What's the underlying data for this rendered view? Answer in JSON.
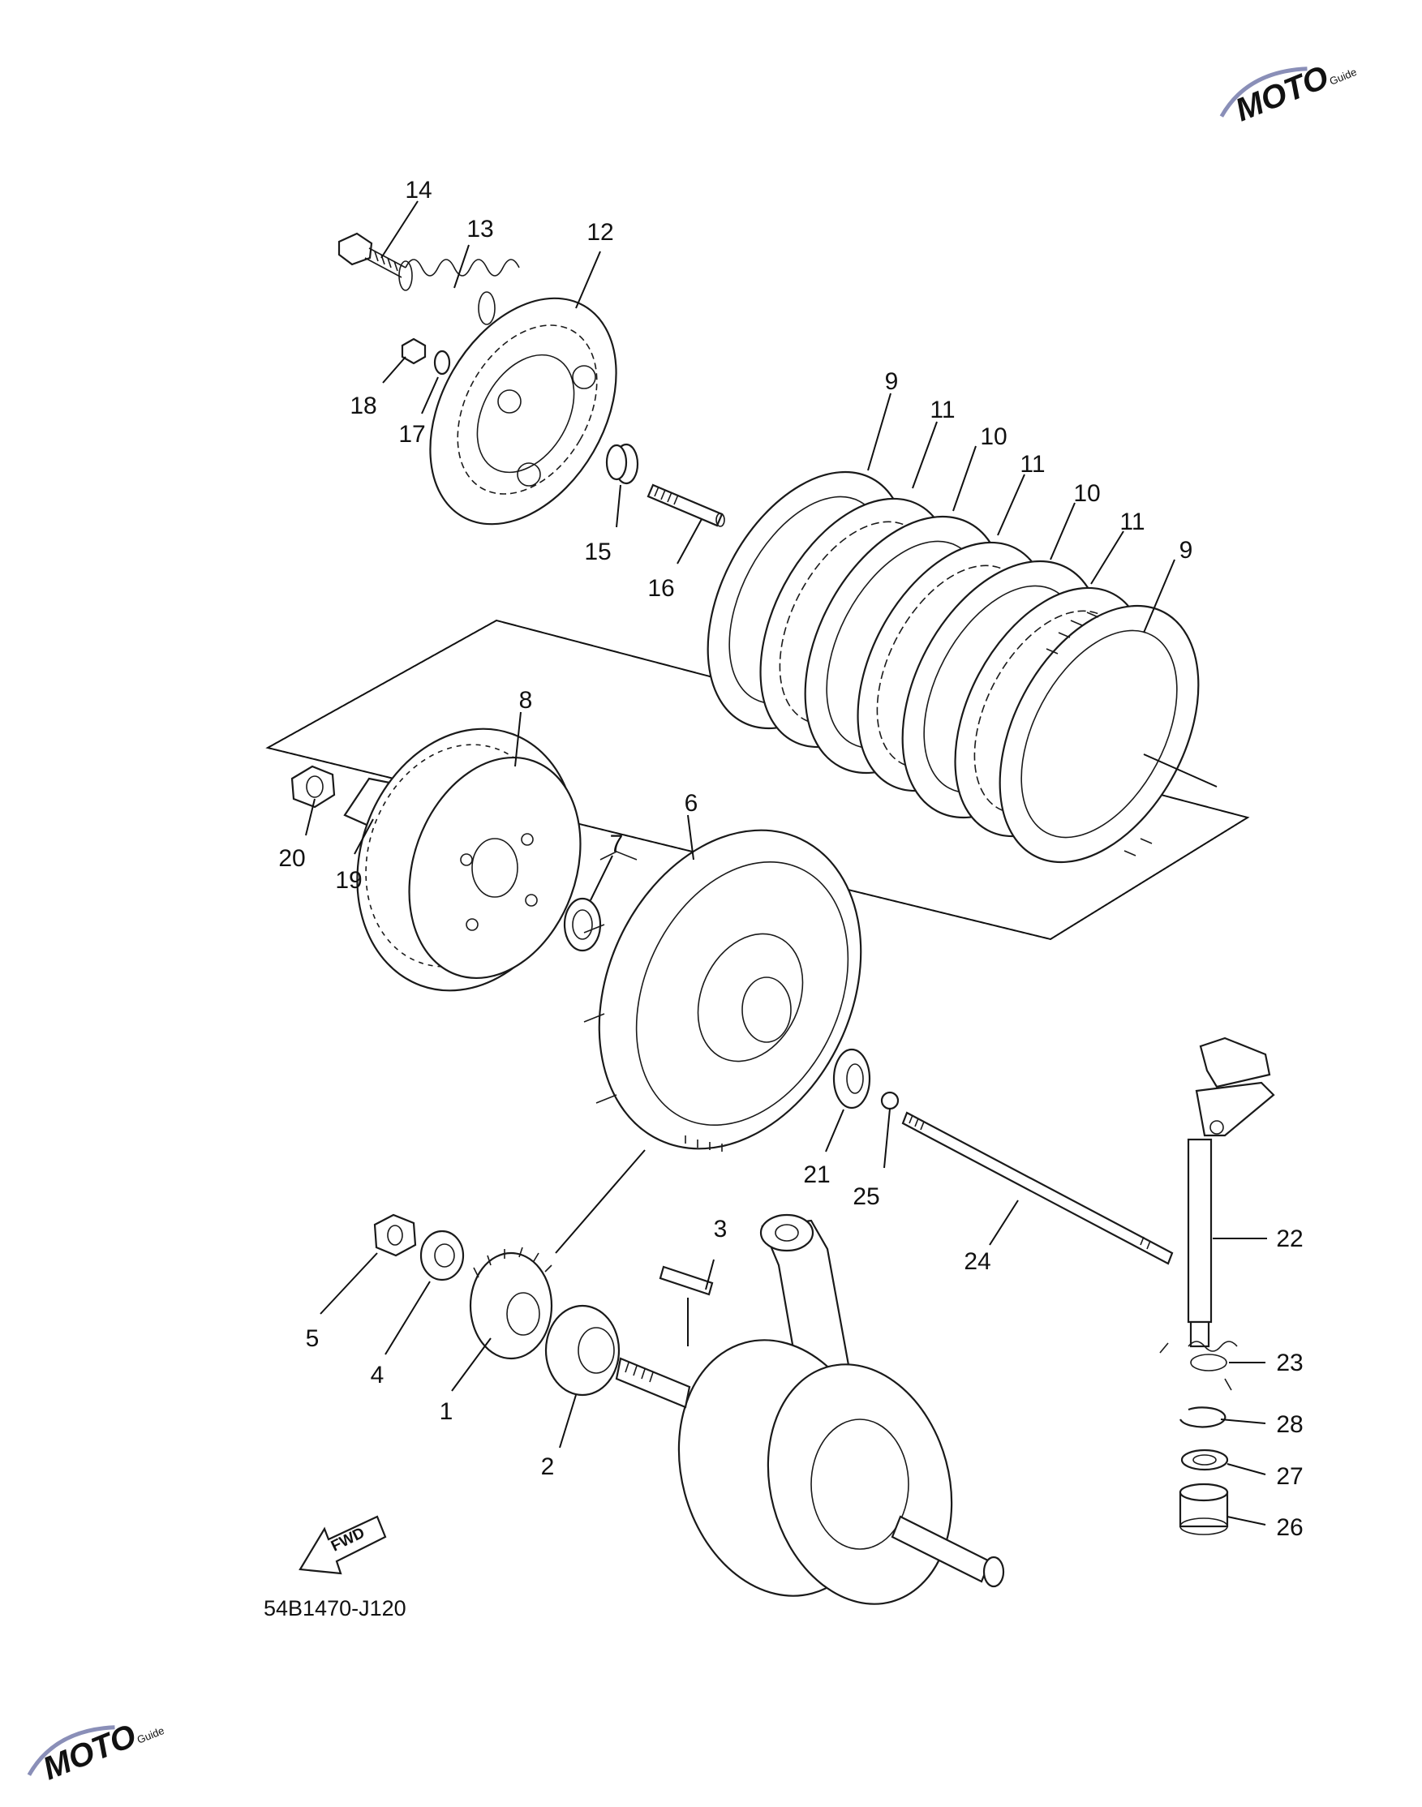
{
  "diagram": {
    "callouts": [
      {
        "id": "c1",
        "text": "1"
      },
      {
        "id": "c2",
        "text": "2"
      },
      {
        "id": "c3",
        "text": "3"
      },
      {
        "id": "c4",
        "text": "4"
      },
      {
        "id": "c5",
        "text": "5"
      },
      {
        "id": "c6",
        "text": "6"
      },
      {
        "id": "c7",
        "text": "7"
      },
      {
        "id": "c8",
        "text": "8"
      },
      {
        "id": "c9a",
        "text": "9"
      },
      {
        "id": "c9b",
        "text": "9"
      },
      {
        "id": "c10a",
        "text": "10"
      },
      {
        "id": "c10b",
        "text": "10"
      },
      {
        "id": "c11a",
        "text": "11"
      },
      {
        "id": "c11b",
        "text": "11"
      },
      {
        "id": "c11c",
        "text": "11"
      },
      {
        "id": "c12",
        "text": "12"
      },
      {
        "id": "c13",
        "text": "13"
      },
      {
        "id": "c14",
        "text": "14"
      },
      {
        "id": "c15",
        "text": "15"
      },
      {
        "id": "c16",
        "text": "16"
      },
      {
        "id": "c17",
        "text": "17"
      },
      {
        "id": "c18",
        "text": "18"
      },
      {
        "id": "c19",
        "text": "19"
      },
      {
        "id": "c20",
        "text": "20"
      },
      {
        "id": "c21",
        "text": "21"
      },
      {
        "id": "c22",
        "text": "22"
      },
      {
        "id": "c23",
        "text": "23"
      },
      {
        "id": "c24",
        "text": "24"
      },
      {
        "id": "c25",
        "text": "25"
      },
      {
        "id": "c26",
        "text": "26"
      },
      {
        "id": "c27",
        "text": "27"
      },
      {
        "id": "c28",
        "text": "28"
      }
    ],
    "direction_arrow_label": "FWD",
    "drawing_code": "54B1470-J120",
    "watermark": {
      "text": "MOTO",
      "subtext": "Guide",
      "accent_color": "#d63a2f",
      "secondary_color": "#8a8fb8"
    }
  }
}
